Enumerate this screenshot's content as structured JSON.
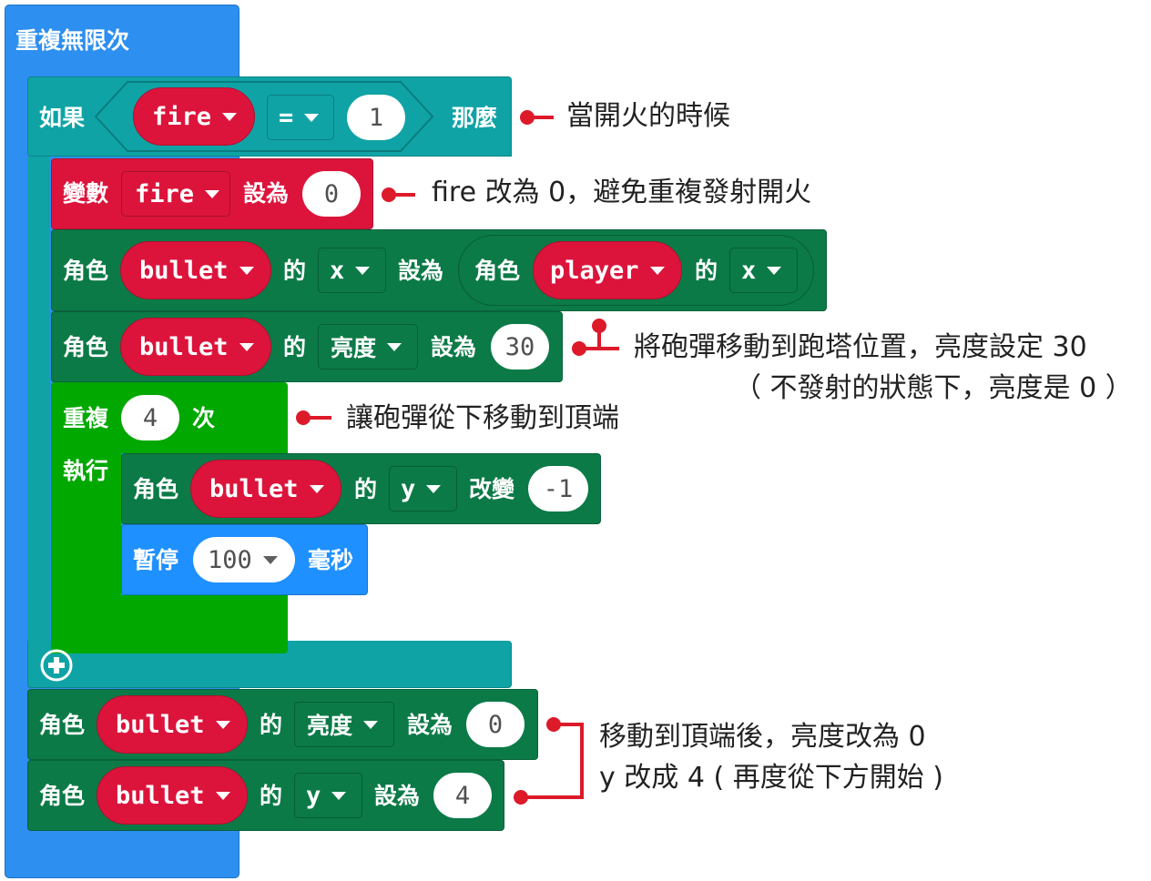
{
  "forever": {
    "label": "重複無限次"
  },
  "if_block": {
    "if_label": "如果",
    "var": "fire",
    "op": "=",
    "value": "1",
    "then_label": "那麼",
    "add_icon": "plus-circle-icon"
  },
  "set_var": {
    "label": "變數",
    "var": "fire",
    "set_label": "設為",
    "value": "0"
  },
  "set_x": {
    "sprite_label": "角色",
    "sprite": "bullet",
    "of_label": "的",
    "prop": "x",
    "set_label": "設為",
    "inner_sprite_label": "角色",
    "inner_sprite": "player",
    "inner_of_label": "的",
    "inner_prop": "x"
  },
  "set_brightness_1": {
    "sprite_label": "角色",
    "sprite": "bullet",
    "of_label": "的",
    "prop": "亮度",
    "set_label": "設為",
    "value": "30"
  },
  "repeat": {
    "label": "重複",
    "times": "4",
    "times_label": "次",
    "do_label": "執行"
  },
  "change_y": {
    "sprite_label": "角色",
    "sprite": "bullet",
    "of_label": "的",
    "prop": "y",
    "change_label": "改變",
    "value": "-1"
  },
  "pause": {
    "label": "暫停",
    "value": "100",
    "unit": "毫秒"
  },
  "set_brightness_2": {
    "sprite_label": "角色",
    "sprite": "bullet",
    "of_label": "的",
    "prop": "亮度",
    "set_label": "設為",
    "value": "0"
  },
  "set_y": {
    "sprite_label": "角色",
    "sprite": "bullet",
    "of_label": "的",
    "prop": "y",
    "set_label": "設為",
    "value": "4"
  },
  "annotations": {
    "a1": "當開火的時候",
    "a2": "fire 改為 0，避免重複發射開火",
    "a3_line1": "將砲彈移動到跑塔位置，亮度設定 30",
    "a3_line2": "（ 不發射的狀態下，亮度是 0 ）",
    "a4": "讓砲彈從下移動到頂端",
    "a5_line1": "移動到頂端後，亮度改為 0",
    "a5_line2": "y 改成 4 ( 再度從下方開始 )"
  },
  "colors": {
    "loops_blue": "#2d8ff0",
    "logic_teal": "#0fa3a6",
    "variables_red": "#dc143c",
    "game_green": "#0b7a47",
    "repeat_green": "#00a800",
    "basic_blue": "#1e90ff",
    "annotation_red": "#dc1a2a"
  }
}
